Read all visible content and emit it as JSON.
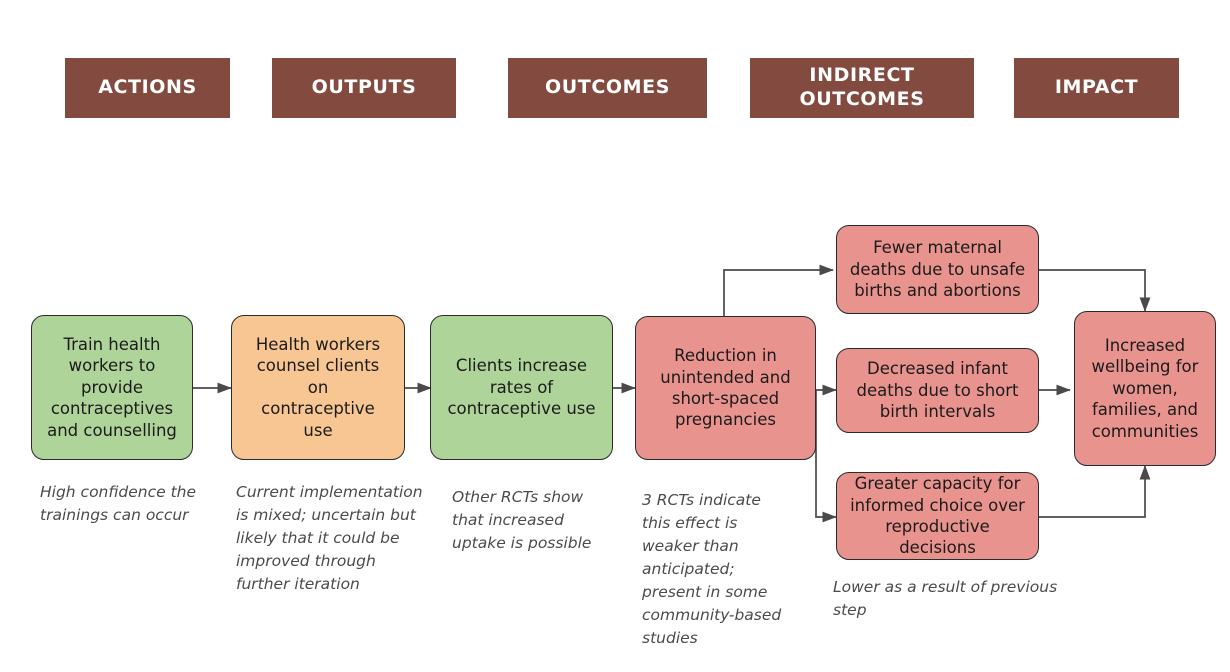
{
  "theme": {
    "background": "#ffffff",
    "header_fill": "#834a3f",
    "header_text": "#ffffff",
    "green_fill": "#aed49a",
    "orange_fill": "#f7c693",
    "red_fill": "#e9938f",
    "node_border": "#2b2b2b",
    "caption_text": "#4b4b4b",
    "connector": "#4a4a4a"
  },
  "phases": [
    {
      "id": "actions",
      "label": "ACTIONS"
    },
    {
      "id": "outputs",
      "label": "OUTPUTS"
    },
    {
      "id": "outcomes",
      "label": "OUTCOMES"
    },
    {
      "id": "indirect-outcomes",
      "label": "INDIRECT\nOUTCOMES"
    },
    {
      "id": "impact",
      "label": "IMPACT"
    }
  ],
  "nodes": [
    {
      "id": "train-health-workers",
      "color": "green",
      "text": "Train health\nworkers to\nprovide\ncontraceptives\nand counselling"
    },
    {
      "id": "health-workers-counsel",
      "color": "orange",
      "text": "Health workers\ncounsel clients\non\ncontraceptive\nuse"
    },
    {
      "id": "clients-increase-rates",
      "color": "green",
      "text": "Clients increase\nrates of\ncontraceptive use"
    },
    {
      "id": "reduction-unintended-pregnancies",
      "color": "red",
      "text": "Reduction in\nunintended and\nshort-spaced\npregnancies"
    },
    {
      "id": "fewer-maternal-deaths",
      "color": "red",
      "text": "Fewer maternal\ndeaths due to unsafe\nbirths and abortions"
    },
    {
      "id": "decreased-infant-deaths",
      "color": "red",
      "text": "Decreased infant\ndeaths due to short\nbirth intervals"
    },
    {
      "id": "greater-capacity-informed-choice",
      "color": "red",
      "text": "Greater capacity for\ninformed choice over\nreproductive decisions"
    },
    {
      "id": "increased-wellbeing",
      "color": "red",
      "text": "Increased\nwellbeing for\nwomen,\nfamilies, and\ncommunities"
    }
  ],
  "captions": [
    {
      "id": "caption-actions",
      "text": "High confidence the\ntrainings can occur"
    },
    {
      "id": "caption-outputs",
      "text": "Current implementation\nis mixed; uncertain but\nlikely that it could be\nimproved through\nfurther iteration"
    },
    {
      "id": "caption-outcomes",
      "text": "Other RCTs show\nthat increased\nuptake is possible"
    },
    {
      "id": "caption-reduction",
      "text": "3 RCTs indicate\nthis effect is\nweaker than\nanticipated;\npresent in some\ncommunity-based\nstudies"
    },
    {
      "id": "caption-indirect",
      "text": "Lower as a result of previous\nstep"
    }
  ]
}
